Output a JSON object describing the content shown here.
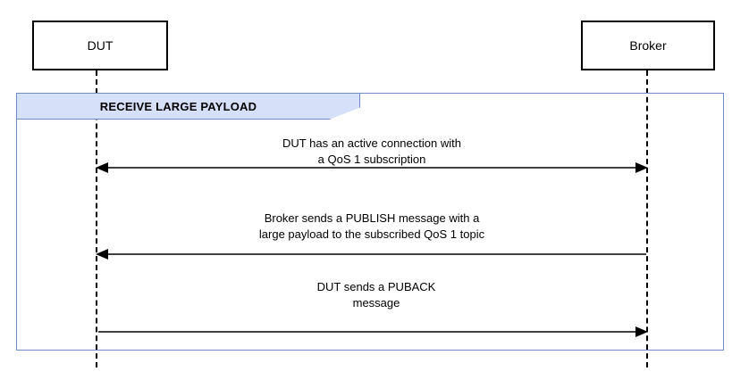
{
  "diagram": {
    "type": "uml-sequence-diagram",
    "title": "RECEIVE LARGE PAYLOAD",
    "participants": [
      {
        "id": "dut",
        "label": "DUT"
      },
      {
        "id": "broker",
        "label": "Broker"
      }
    ],
    "fragment": {
      "label": "RECEIVE LARGE PAYLOAD",
      "header_fill": "#d6e0f8",
      "border_color": "#6f8cc4"
    },
    "messages": [
      {
        "id": "msg-active-connection",
        "text": "DUT has an active connection with\na QoS 1 subscription",
        "from": "dut",
        "to": "broker",
        "direction": "bidirectional"
      },
      {
        "id": "msg-publish",
        "text": "Broker sends a PUBLISH message with a\nlarge payload to the subscribed QoS 1 topic",
        "from": "broker",
        "to": "dut",
        "direction": "left"
      },
      {
        "id": "msg-puback",
        "text": "DUT sends a PUBACK\nmessage",
        "from": "dut",
        "to": "broker",
        "direction": "right"
      }
    ]
  }
}
